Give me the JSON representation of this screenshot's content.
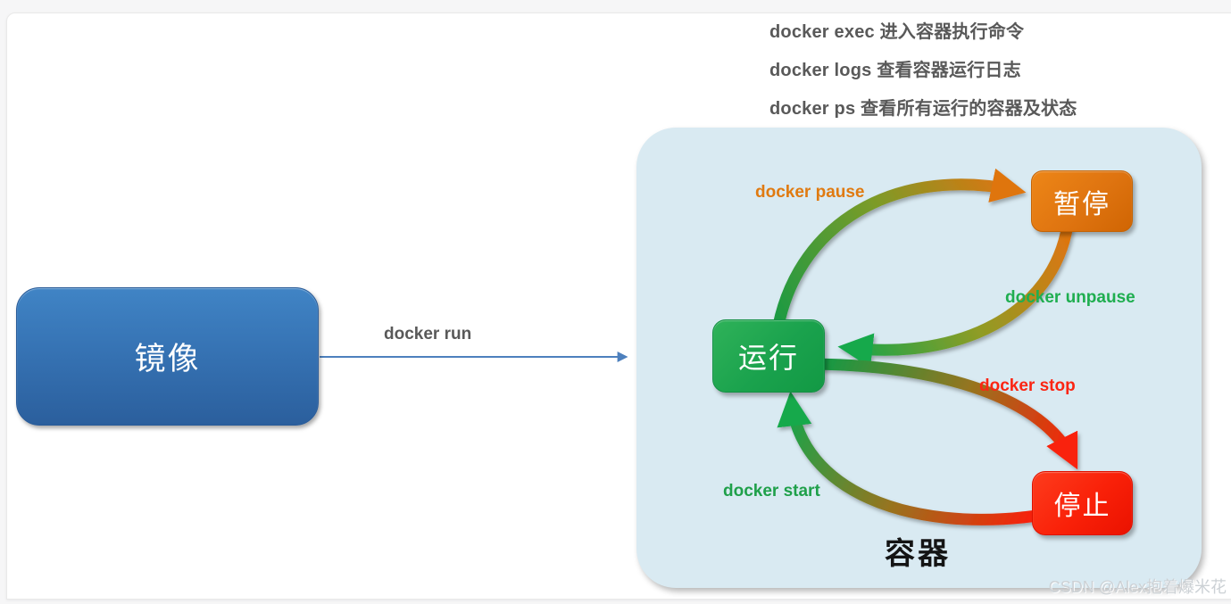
{
  "notes": {
    "lines": [
      "docker exec 进入容器执行命令",
      "docker logs 查看容器运行日志",
      "docker ps 查看所有运行的容器及状态"
    ],
    "text_color": "#595959"
  },
  "image_node": {
    "label": "镜像",
    "color": "#2f6ba8"
  },
  "run_transition": {
    "label": "docker run",
    "arrow_color": "#4d80bd"
  },
  "container": {
    "label": "容器",
    "background": "#d9eaf2",
    "states": {
      "running": {
        "label": "运行",
        "color": "#1aa24d"
      },
      "paused": {
        "label": "暂停",
        "color": "#df7410"
      },
      "stopped": {
        "label": "停止",
        "color": "#f92008"
      }
    },
    "transitions": {
      "pause": {
        "label": "docker pause",
        "from": "running",
        "to": "paused",
        "label_color": "#e07a10"
      },
      "unpause": {
        "label": "docker unpause",
        "from": "paused",
        "to": "running",
        "label_color": "#1fae50"
      },
      "stop": {
        "label": "docker stop",
        "from": "running",
        "to": "stopped",
        "label_color": "#fb2513"
      },
      "start": {
        "label": "docker start",
        "from": "stopped",
        "to": "running",
        "label_color": "#1fa04a"
      }
    }
  },
  "watermark": {
    "text": "CSDN @Alex抱着爆米花"
  }
}
